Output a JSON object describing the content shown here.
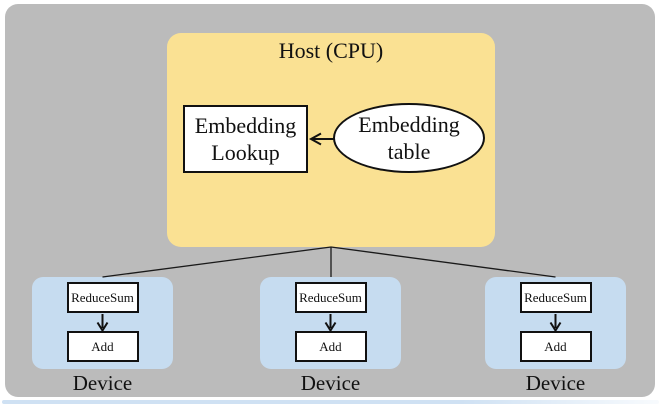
{
  "diagram": {
    "host": {
      "title": "Host (CPU)",
      "lookup": {
        "line1": "Embedding",
        "line2": "Lookup"
      },
      "table": {
        "line1": "Embedding",
        "line2": "table"
      }
    },
    "devices": [
      {
        "ops": [
          "ReduceSum",
          "Add"
        ],
        "caption": "Device"
      },
      {
        "ops": [
          "ReduceSum",
          "Add"
        ],
        "caption": "Device"
      },
      {
        "ops": [
          "ReduceSum",
          "Add"
        ],
        "caption": "Device"
      }
    ],
    "edges": [
      "embedding-table -> embedding-lookup",
      "host -> device-1",
      "host -> device-2",
      "host -> device-3",
      "reducesum -> add (per device)"
    ]
  },
  "colors": {
    "canvas_gray": "#bbbbbb",
    "host_yellow": "#fae193",
    "device_blue": "#c6dcf0",
    "node_white": "#ffffff",
    "ink": "#111111",
    "reflection_blue": "#cfe1f3"
  }
}
